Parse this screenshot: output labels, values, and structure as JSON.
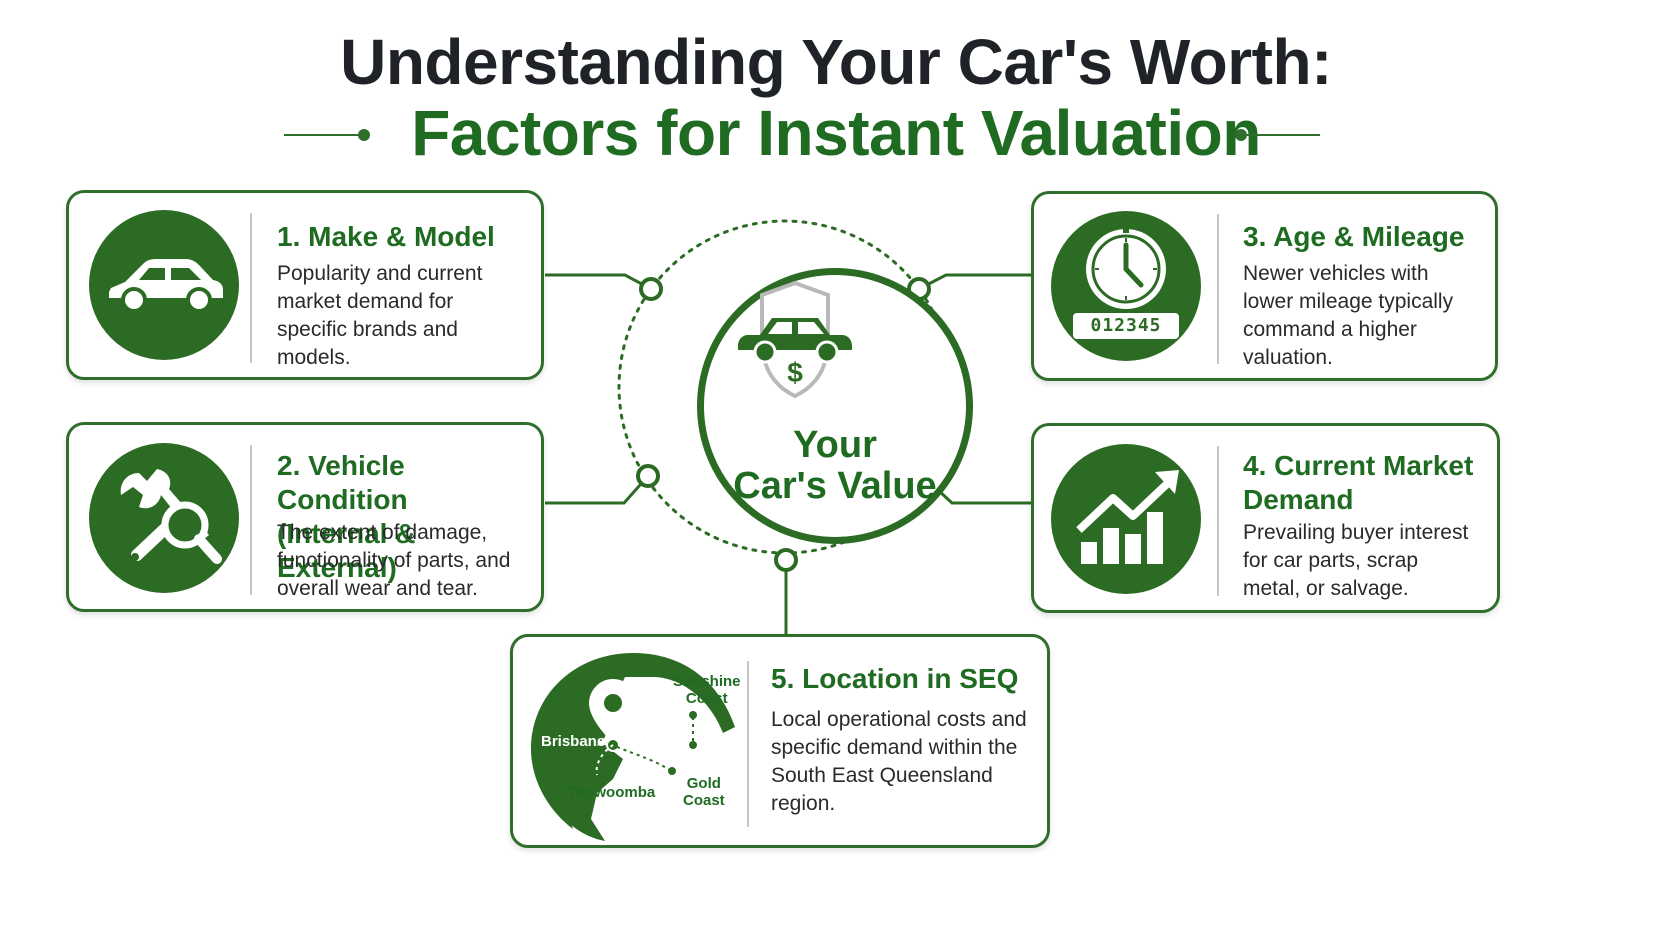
{
  "title": {
    "line1": "Understanding Your Car's Worth:",
    "line2": "Factors for Instant Valuation"
  },
  "center": {
    "label_line1": "Your",
    "label_line2": "Car's Value",
    "icon": "car-shield-dollar-icon"
  },
  "cards": [
    {
      "title": "1. Make & Model",
      "desc": [
        "Popularity and current",
        "market demand for",
        "specific brands and",
        "models."
      ],
      "icon": "car-icon"
    },
    {
      "title": [
        "2. Vehicle Condition",
        "(Internal & External)"
      ],
      "desc": [
        "The extent of damage,",
        "functionality of parts, and",
        "overall wear and tear."
      ],
      "icon": "wrench-magnifier-icon"
    },
    {
      "title": "3. Age & Mileage",
      "desc": [
        "Newer vehicles with",
        "lower mileage typically",
        "command a higher",
        "valuation."
      ],
      "icon": "clock-odometer-icon",
      "odometer": "012345"
    },
    {
      "title": [
        "4. Current Market",
        "Demand"
      ],
      "desc": [
        "Prevailing buyer interest",
        "for car parts, scrap",
        "metal, or salvage."
      ],
      "icon": "rising-bar-chart-icon"
    },
    {
      "title": "5. Location in SEQ",
      "desc": [
        "Local operational costs and",
        "specific demand within the",
        "South East Queensland",
        "region."
      ],
      "icon": "map-pin-icon",
      "map_labels": {
        "sunshine_coast": [
          "Sunshine",
          "Coast"
        ],
        "brisbane": "Brisbane",
        "gold_coast": [
          "Gold",
          "Coast"
        ],
        "toowoomba": "Toowoomba"
      }
    }
  ],
  "colors": {
    "accent": "#2c6b23",
    "title_dark": "#1f2328",
    "title_green": "#1f6b22"
  }
}
